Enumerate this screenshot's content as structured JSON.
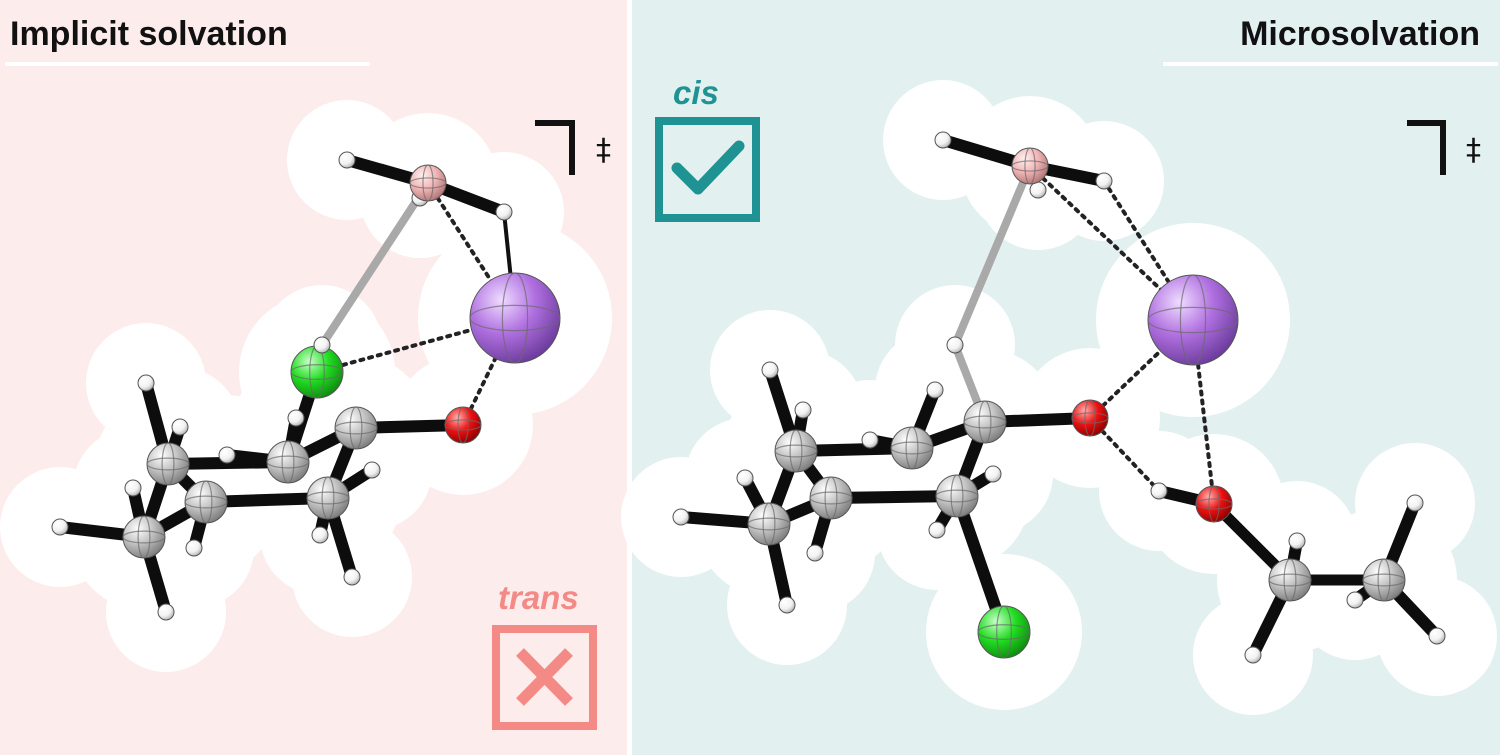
{
  "panels": {
    "left": {
      "title": "Implicit solvation",
      "background": "#fdecec",
      "verdict_label": "trans",
      "verdict_icon": "cross-mark-icon",
      "verdict_color": "#f48a86",
      "ts_symbol": "‡"
    },
    "right": {
      "title": "Microsolvation",
      "background": "#e3f0f0",
      "verdict_label": "cis",
      "verdict_icon": "check-mark-icon",
      "verdict_color": "#1f9393",
      "ts_symbol": "‡"
    }
  },
  "atom_colors": {
    "carbon": "#c8c8c8",
    "hydrogen": "#ffffff",
    "boron": "#f2b6b6",
    "lithium": "#b070e0",
    "chlorine": "#22dd22",
    "oxygen": "#ee1111"
  }
}
